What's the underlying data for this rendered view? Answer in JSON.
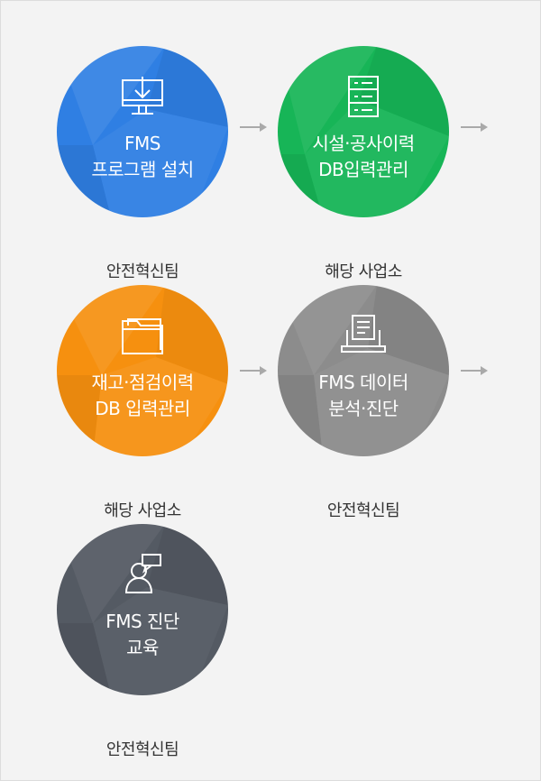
{
  "steps": [
    {
      "title_line1": "FMS",
      "title_line2": "프로그램 설치",
      "owner": "안전혁신팀",
      "color": "#2f7fe3",
      "icon": "monitor-download-icon"
    },
    {
      "title_line1": "시설·공사이력",
      "title_line2": "DB입력관리",
      "owner": "해당 사업소",
      "color": "#17b557",
      "icon": "server-rack-icon"
    },
    {
      "title_line1": "재고·점검이력",
      "title_line2": "DB 입력관리",
      "owner": "해당 사업소",
      "color": "#f6900f",
      "icon": "folder-icon"
    },
    {
      "title_line1": "FMS 데이터",
      "title_line2": "분석·진단",
      "owner": "안전혁신팀",
      "color": "#8c8c8c",
      "icon": "document-laptop-icon"
    },
    {
      "title_line1": "FMS 진단",
      "title_line2": "교육",
      "owner": "안전혁신팀",
      "color": "#545a63",
      "icon": "person-speech-icon"
    }
  ],
  "arrow_color": "#a9a9a9"
}
